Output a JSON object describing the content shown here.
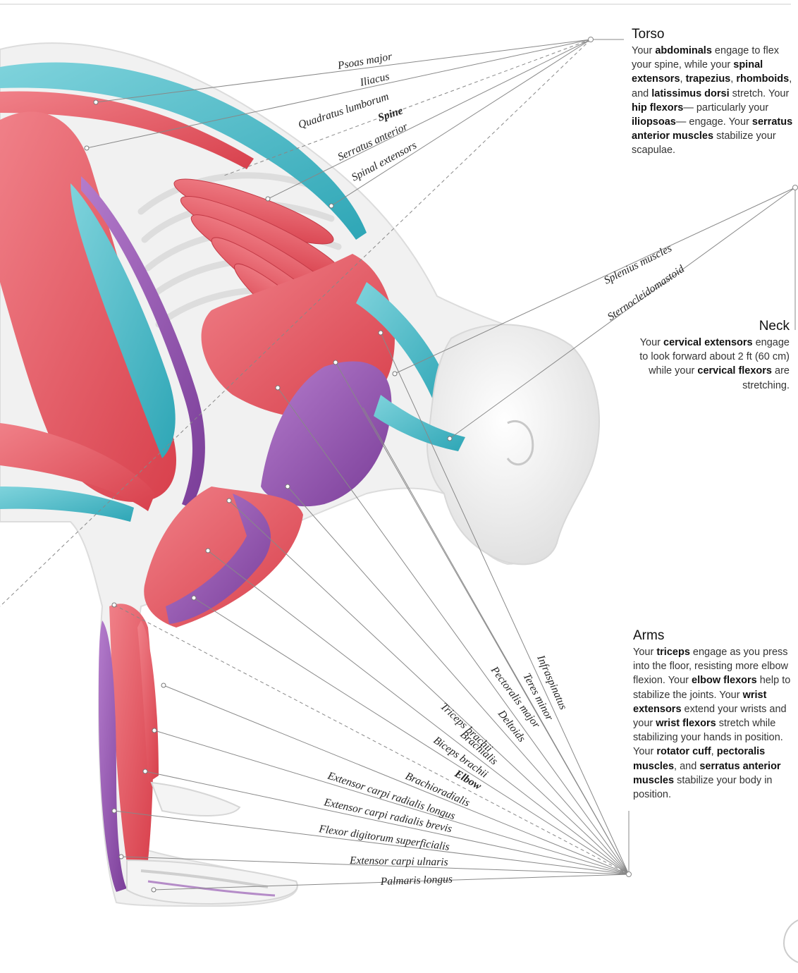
{
  "torso": {
    "title": "Torso",
    "text": [
      {
        "t": "Your "
      },
      {
        "t": "abdominals",
        "b": true
      },
      {
        "t": " engage to flex your spine, while your "
      },
      {
        "t": "spinal extensors",
        "b": true
      },
      {
        "t": ", "
      },
      {
        "t": "trapezius",
        "b": true
      },
      {
        "t": ", "
      },
      {
        "t": "rhomboids",
        "b": true
      },
      {
        "t": ", and "
      },
      {
        "t": "latissimus dorsi",
        "b": true
      },
      {
        "t": " stretch. Your "
      },
      {
        "t": "hip flexors",
        "b": true
      },
      {
        "t": "— particularly your "
      },
      {
        "t": "iliopsoas",
        "b": true
      },
      {
        "t": "— engage. Your "
      },
      {
        "t": "serratus anterior muscles",
        "b": true
      },
      {
        "t": " stabilize your scapulae."
      }
    ],
    "labels": [
      "Psoas major",
      "Iliacus",
      "Quadratus lumborum",
      "Spine",
      "Serratus anterior",
      "Spinal extensors"
    ]
  },
  "neck": {
    "title": "Neck",
    "text": [
      {
        "t": "Your "
      },
      {
        "t": "cervical extensors",
        "b": true
      },
      {
        "t": " engage to look forward about 2 ft (60 cm) while your "
      },
      {
        "t": "cervical flexors",
        "b": true
      },
      {
        "t": " are stretching."
      }
    ],
    "labels": [
      "Splenius muscles",
      "Sternocleidomastoid"
    ]
  },
  "arms": {
    "title": "Arms",
    "text": [
      {
        "t": "Your "
      },
      {
        "t": "triceps",
        "b": true
      },
      {
        "t": " engage as you press into the floor, resisting more elbow flexion. Your "
      },
      {
        "t": "elbow flexors",
        "b": true
      },
      {
        "t": " help to stabilize the joints. Your "
      },
      {
        "t": "wrist extensors",
        "b": true
      },
      {
        "t": " extend your wrists and your "
      },
      {
        "t": "wrist flexors",
        "b": true
      },
      {
        "t": " stretch while stabilizing your hands in position. Your "
      },
      {
        "t": "rotator cuff",
        "b": true
      },
      {
        "t": ", "
      },
      {
        "t": "pectoralis muscles",
        "b": true
      },
      {
        "t": ", and "
      },
      {
        "t": "serratus anterior muscles",
        "b": true
      },
      {
        "t": " stabilize your body in position."
      }
    ],
    "labels": [
      "Infraspinatus",
      "Teres minor",
      "Pectoralis major",
      "Deltoids",
      "Triceps brachii",
      "Brachialis",
      "Biceps brachii",
      "Elbow",
      "Brachioradialis",
      "Extensor carpi radialis longus",
      "Extensor carpi radialis brevis",
      "Flexor digitorum superficialis",
      "Extensor carpi ulnaris",
      "Palmaris longus"
    ]
  },
  "colors": {
    "muscle_red": "#e0505a",
    "muscle_red_light": "#f07a80",
    "muscle_teal": "#3fb3c2",
    "muscle_purple": "#8a4fa8",
    "bone": "#e8e8e8",
    "leader_line": "#888888"
  }
}
